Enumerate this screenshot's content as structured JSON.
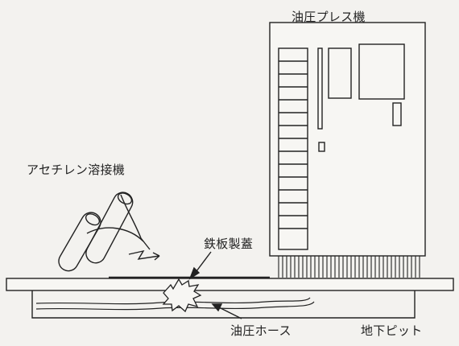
{
  "labels": {
    "press": "油圧プレス機",
    "welder": "アセチレン溶接機",
    "plate_cover": "鉄板製蓋",
    "hose": "油圧ホース",
    "pit": "地下ピット"
  },
  "colors": {
    "ink": "#222222",
    "paper": "#f3f2ef"
  }
}
